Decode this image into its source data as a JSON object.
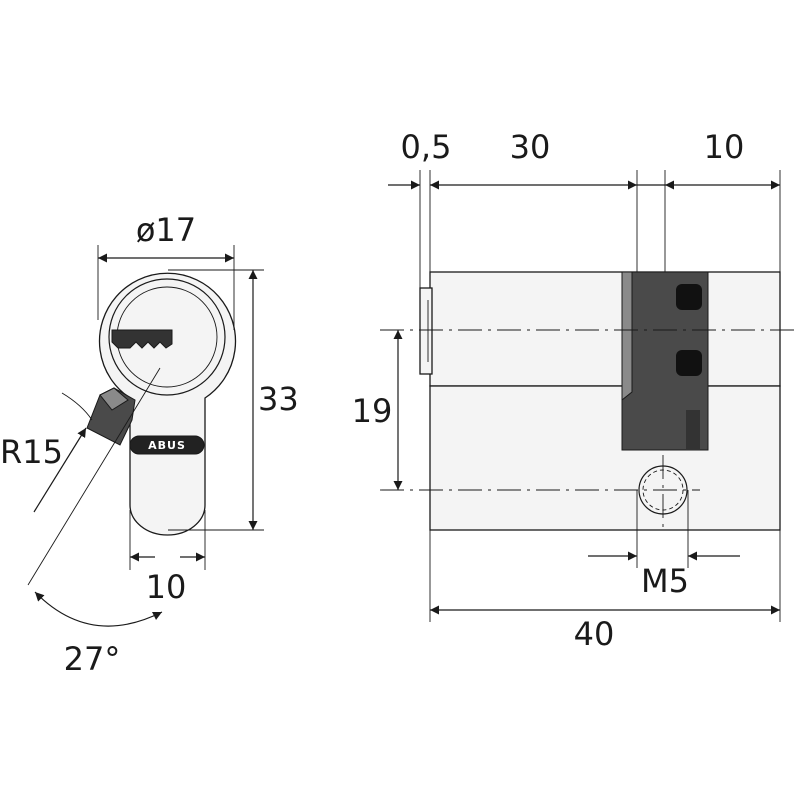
{
  "brand": {
    "logo_text": "ABUS"
  },
  "front_view": {
    "diameter_label": "ø17",
    "height_label": "33",
    "width_label": "10",
    "radius_label": "R15",
    "angle_label": "27°"
  },
  "side_view": {
    "offset_label": "0,5",
    "length_label": "30",
    "extension_label": "10",
    "center_distance_label": "19",
    "screw_label": "M5",
    "total_length_label": "40"
  }
}
